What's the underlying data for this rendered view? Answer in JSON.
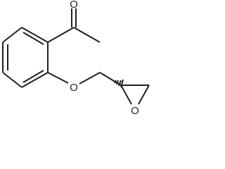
{
  "molecule": {
    "atoms": {
      "carbonyl_oxygen": "O",
      "ether_oxygen": "O",
      "epoxide_oxygen": "O"
    }
  },
  "colors": {
    "ink": "#231f20",
    "background": "#ffffff"
  }
}
